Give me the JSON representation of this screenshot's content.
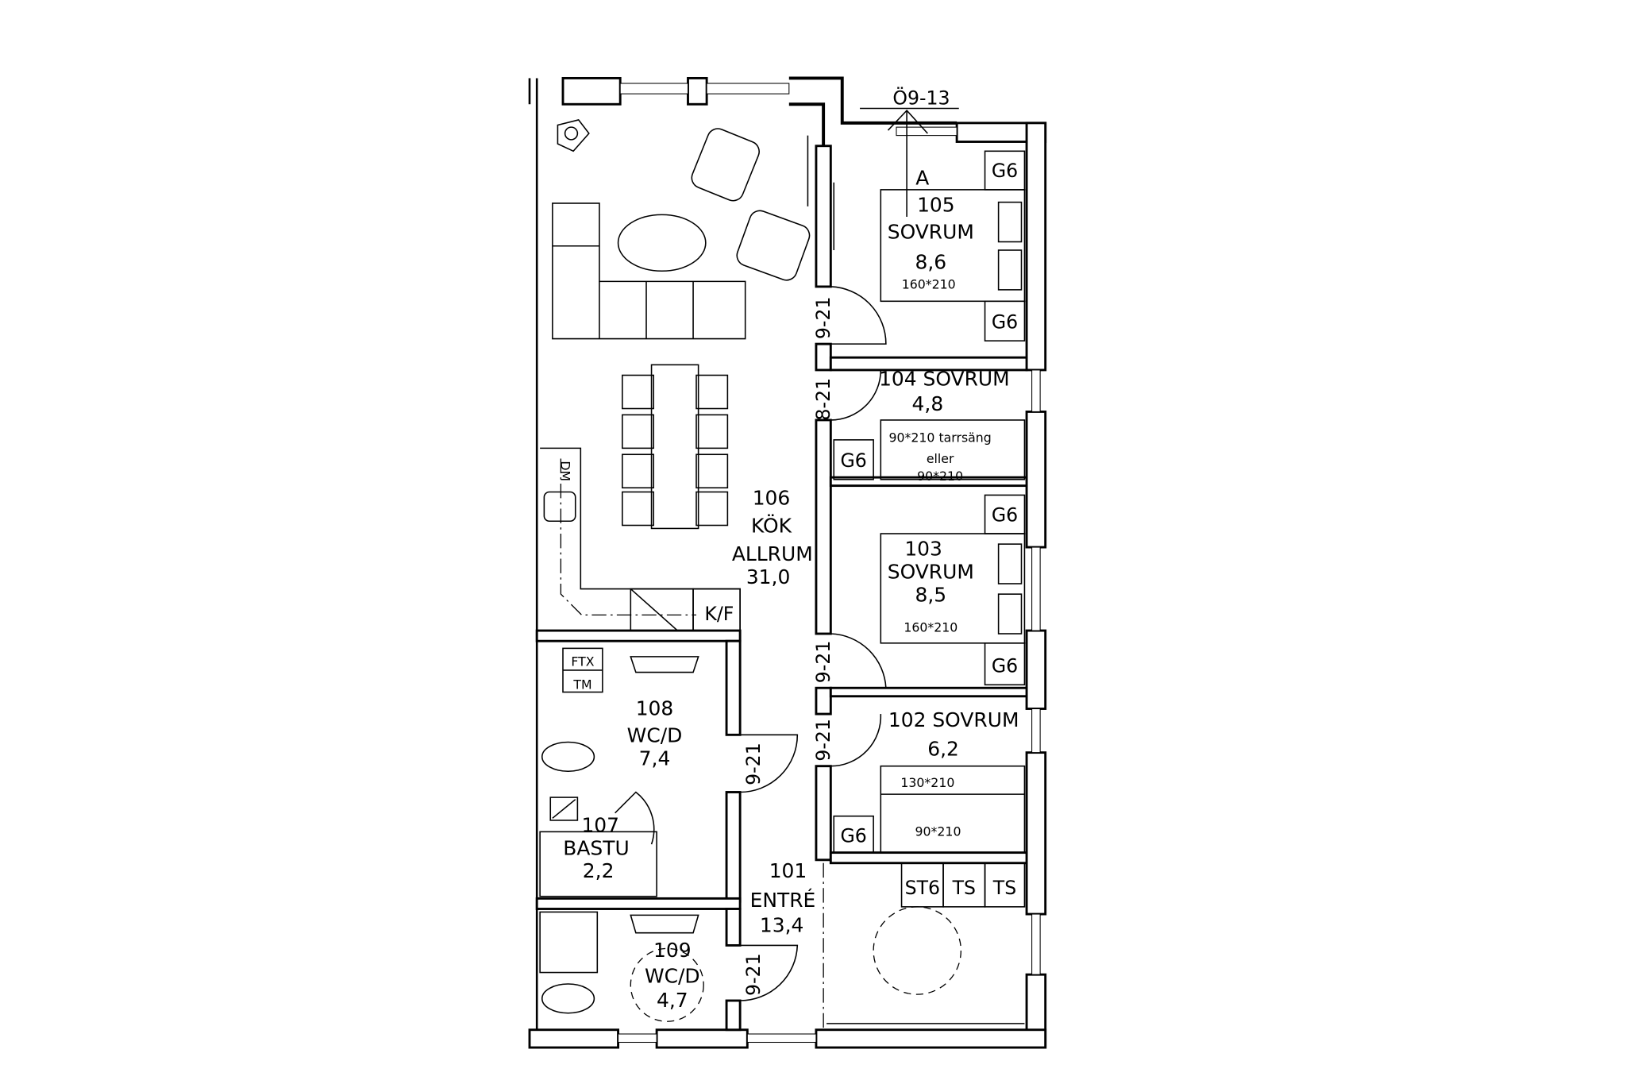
{
  "section_marker": {
    "label": "Ö9-13",
    "letter": "A"
  },
  "rooms": {
    "r105": {
      "number": "105",
      "name": "SOVRUM",
      "area": "8,6",
      "bed": "160*210"
    },
    "r104": {
      "title": "104 SOVRUM",
      "area": "4,8",
      "bed1": "90*210 tarrsäng",
      "bed_or": "eller",
      "bed2": "90*210"
    },
    "r103": {
      "number": "103",
      "name": "SOVRUM",
      "area": "8,5",
      "bed": "160*210"
    },
    "r102": {
      "title": "102  SOVRUM",
      "area": "6,2",
      "bed1": "130*210",
      "bed2": "90*210"
    },
    "r106": {
      "number": "106",
      "name1": "KÖK",
      "name2": "ALLRUM",
      "area": "31,0"
    },
    "r108": {
      "number": "108",
      "name": "WC/D",
      "area": "7,4"
    },
    "r107": {
      "number": "107",
      "name": "BASTU",
      "area": "2,2"
    },
    "r101": {
      "number": "101",
      "name": "ENTRÉ",
      "area": "13,4"
    },
    "r109": {
      "number": "109",
      "name": "WC/D",
      "area": "4,7"
    }
  },
  "doors": [
    "9-21",
    "8-21",
    "9-21",
    "9-21",
    "9-21",
    "9-21"
  ],
  "fixtures": {
    "wardrobe": "G6",
    "kf": "K/F",
    "dm": "DM",
    "ftx": "FTX",
    "tm": "TM",
    "st6": "ST6",
    "ts": "TS"
  }
}
